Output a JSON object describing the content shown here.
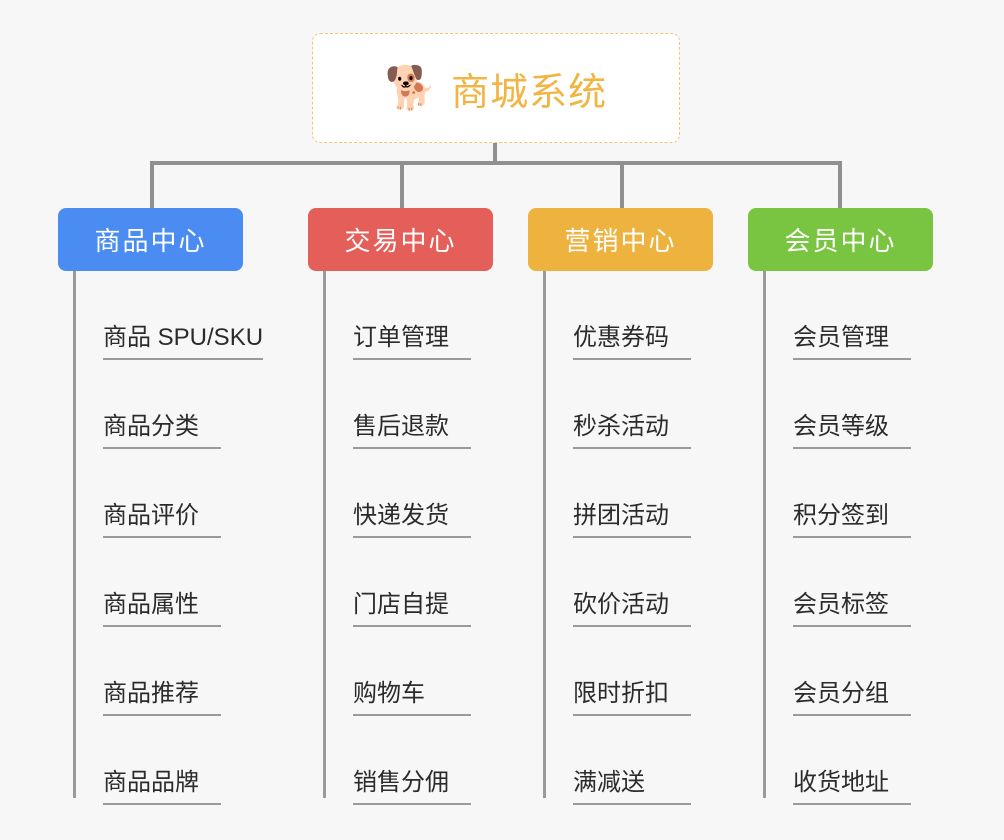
{
  "root": {
    "icon": "shiba-dog-emoji",
    "icon_glyph": "🐕",
    "title": "商城系统"
  },
  "colors": {
    "background": "#f7f7f7",
    "root_border": "#f0c578",
    "root_text": "#f0b544",
    "connector": "#909090",
    "leaf_text": "#2b2b2b",
    "leaf_rule": "#9a9a9a"
  },
  "branches": [
    {
      "label": "商品中心",
      "color": "#4a8cf2",
      "items": [
        "商品 SPU/SKU",
        "商品分类",
        "商品评价",
        "商品属性",
        "商品推荐",
        "商品品牌"
      ]
    },
    {
      "label": "交易中心",
      "color": "#e55f5a",
      "items": [
        "订单管理",
        "售后退款",
        "快递发货",
        "门店自提",
        "购物车",
        "销售分佣"
      ]
    },
    {
      "label": "营销中心",
      "color": "#eeb23f",
      "items": [
        "优惠券码",
        "秒杀活动",
        "拼团活动",
        "砍价活动",
        "限时折扣",
        "满减送"
      ]
    },
    {
      "label": "会员中心",
      "color": "#79c441",
      "items": [
        "会员管理",
        "会员等级",
        "积分签到",
        "会员标签",
        "会员分组",
        "收货地址"
      ]
    }
  ],
  "layout": {
    "branch_left_positions": [
      58,
      308,
      528,
      748
    ],
    "drop_left_positions": [
      150,
      400,
      620,
      838
    ]
  }
}
